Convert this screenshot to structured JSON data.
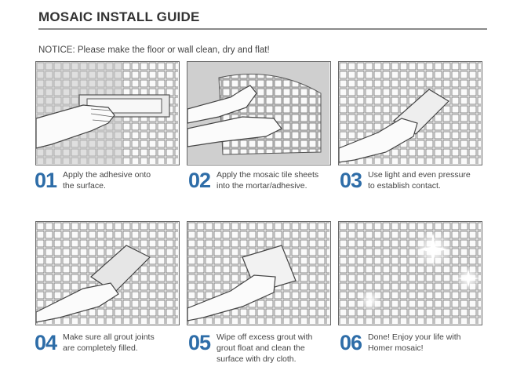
{
  "guide": {
    "title": "MOSAIC INSTALL GUIDE",
    "notice": "NOTICE: Please make the floor or wall clean, dry and flat!"
  },
  "steps": [
    {
      "number": "01",
      "text": "Apply the adhesive onto\nthe surface.",
      "illustration": "hand-trowel-spreading-adhesive"
    },
    {
      "number": "02",
      "text": "Apply the mosaic tile sheets\ninto the mortar/adhesive.",
      "illustration": "hands-placing-tile-sheet"
    },
    {
      "number": "03",
      "text": "Use light and even pressure\nto establish contact.",
      "illustration": "hand-float-pressing-tiles"
    },
    {
      "number": "04",
      "text": "Make sure all grout joints\nare completely filled.",
      "illustration": "hand-grout-float"
    },
    {
      "number": "05",
      "text": "Wipe off excess grout with\ngrout float and clean the\nsurface with dry cloth.",
      "illustration": "hand-cloth-wiping"
    },
    {
      "number": "06",
      "text": "Done! Enjoy your life with\nHomer mosaic!",
      "illustration": "sparkling-finished-tiles"
    }
  ],
  "colors": {
    "step_number": "#2e6da8",
    "rule": "#8a8a8a"
  }
}
